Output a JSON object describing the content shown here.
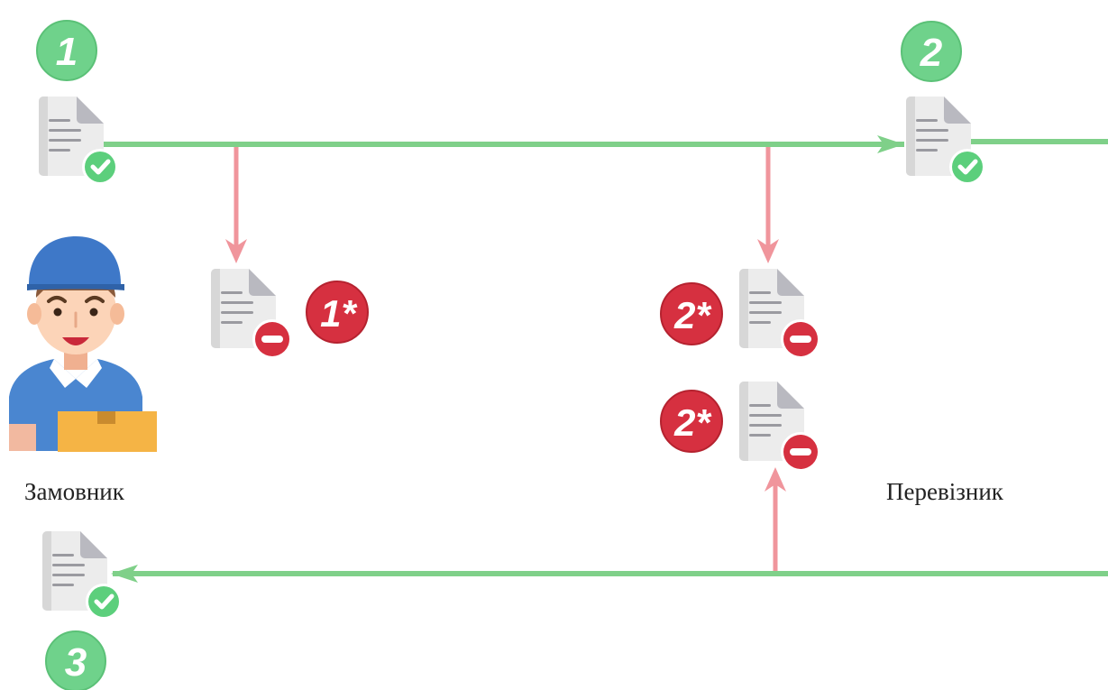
{
  "actors": {
    "customer": {
      "label": "Замовник"
    },
    "carrier": {
      "label": "Перевізник"
    }
  },
  "steps": {
    "s1": {
      "text": "1"
    },
    "s2": {
      "text": "2"
    },
    "s3": {
      "text": "3"
    },
    "r1": {
      "text": "1*"
    },
    "r2a": {
      "text": "2*"
    },
    "r2b": {
      "text": "2*"
    }
  },
  "colors": {
    "accept_line": "#7fd089",
    "reject_line": "#f0959c",
    "step_green": "#6fd28b",
    "step_red": "#d63040",
    "check_green": "#5ccf7c",
    "minus_red": "#d63040"
  },
  "icons": {
    "accepted_doc": "document-check-icon",
    "rejected_doc": "document-minus-icon",
    "customer": "delivery-courier-icon",
    "carrier": "driver-icon"
  }
}
